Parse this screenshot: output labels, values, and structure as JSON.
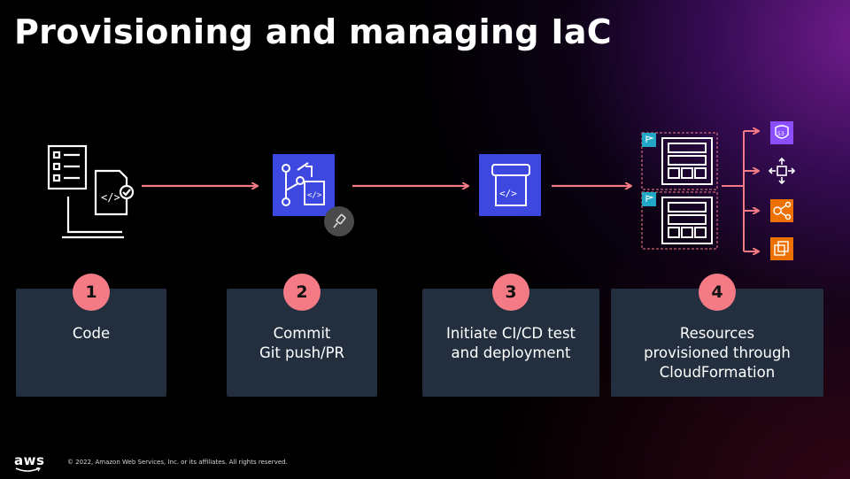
{
  "slide": {
    "title": "Provisioning and managing IaC"
  },
  "steps": [
    {
      "number": "1",
      "lines": [
        "Code"
      ]
    },
    {
      "number": "2",
      "lines": [
        "Commit",
        "Git push/PR"
      ]
    },
    {
      "number": "3",
      "lines": [
        "Initiate CI/CD test",
        "and deployment"
      ]
    },
    {
      "number": "4",
      "lines": [
        "Resources",
        "provisioned through",
        "CloudFormation"
      ]
    }
  ],
  "footer": {
    "logo": "aws",
    "copyright": "© 2022, Amazon Web Services, Inc. or its affiliates. All rights reserved."
  },
  "icons": {
    "code": "code-document-laptop-icon",
    "commit": "codecommit-icon",
    "pipeline": "codepipeline-icon",
    "stacks": "cloudformation-stack-icon",
    "resources": [
      "route53-icon",
      "move-arrows-icon",
      "lambda-icon",
      "ec2-icon"
    ]
  },
  "colors": {
    "accent": "#f47b86",
    "step_box": "#232f3e",
    "service_blue": "#3d48e0",
    "route53_purple": "#8c4fff",
    "compute_orange": "#ed7100"
  }
}
